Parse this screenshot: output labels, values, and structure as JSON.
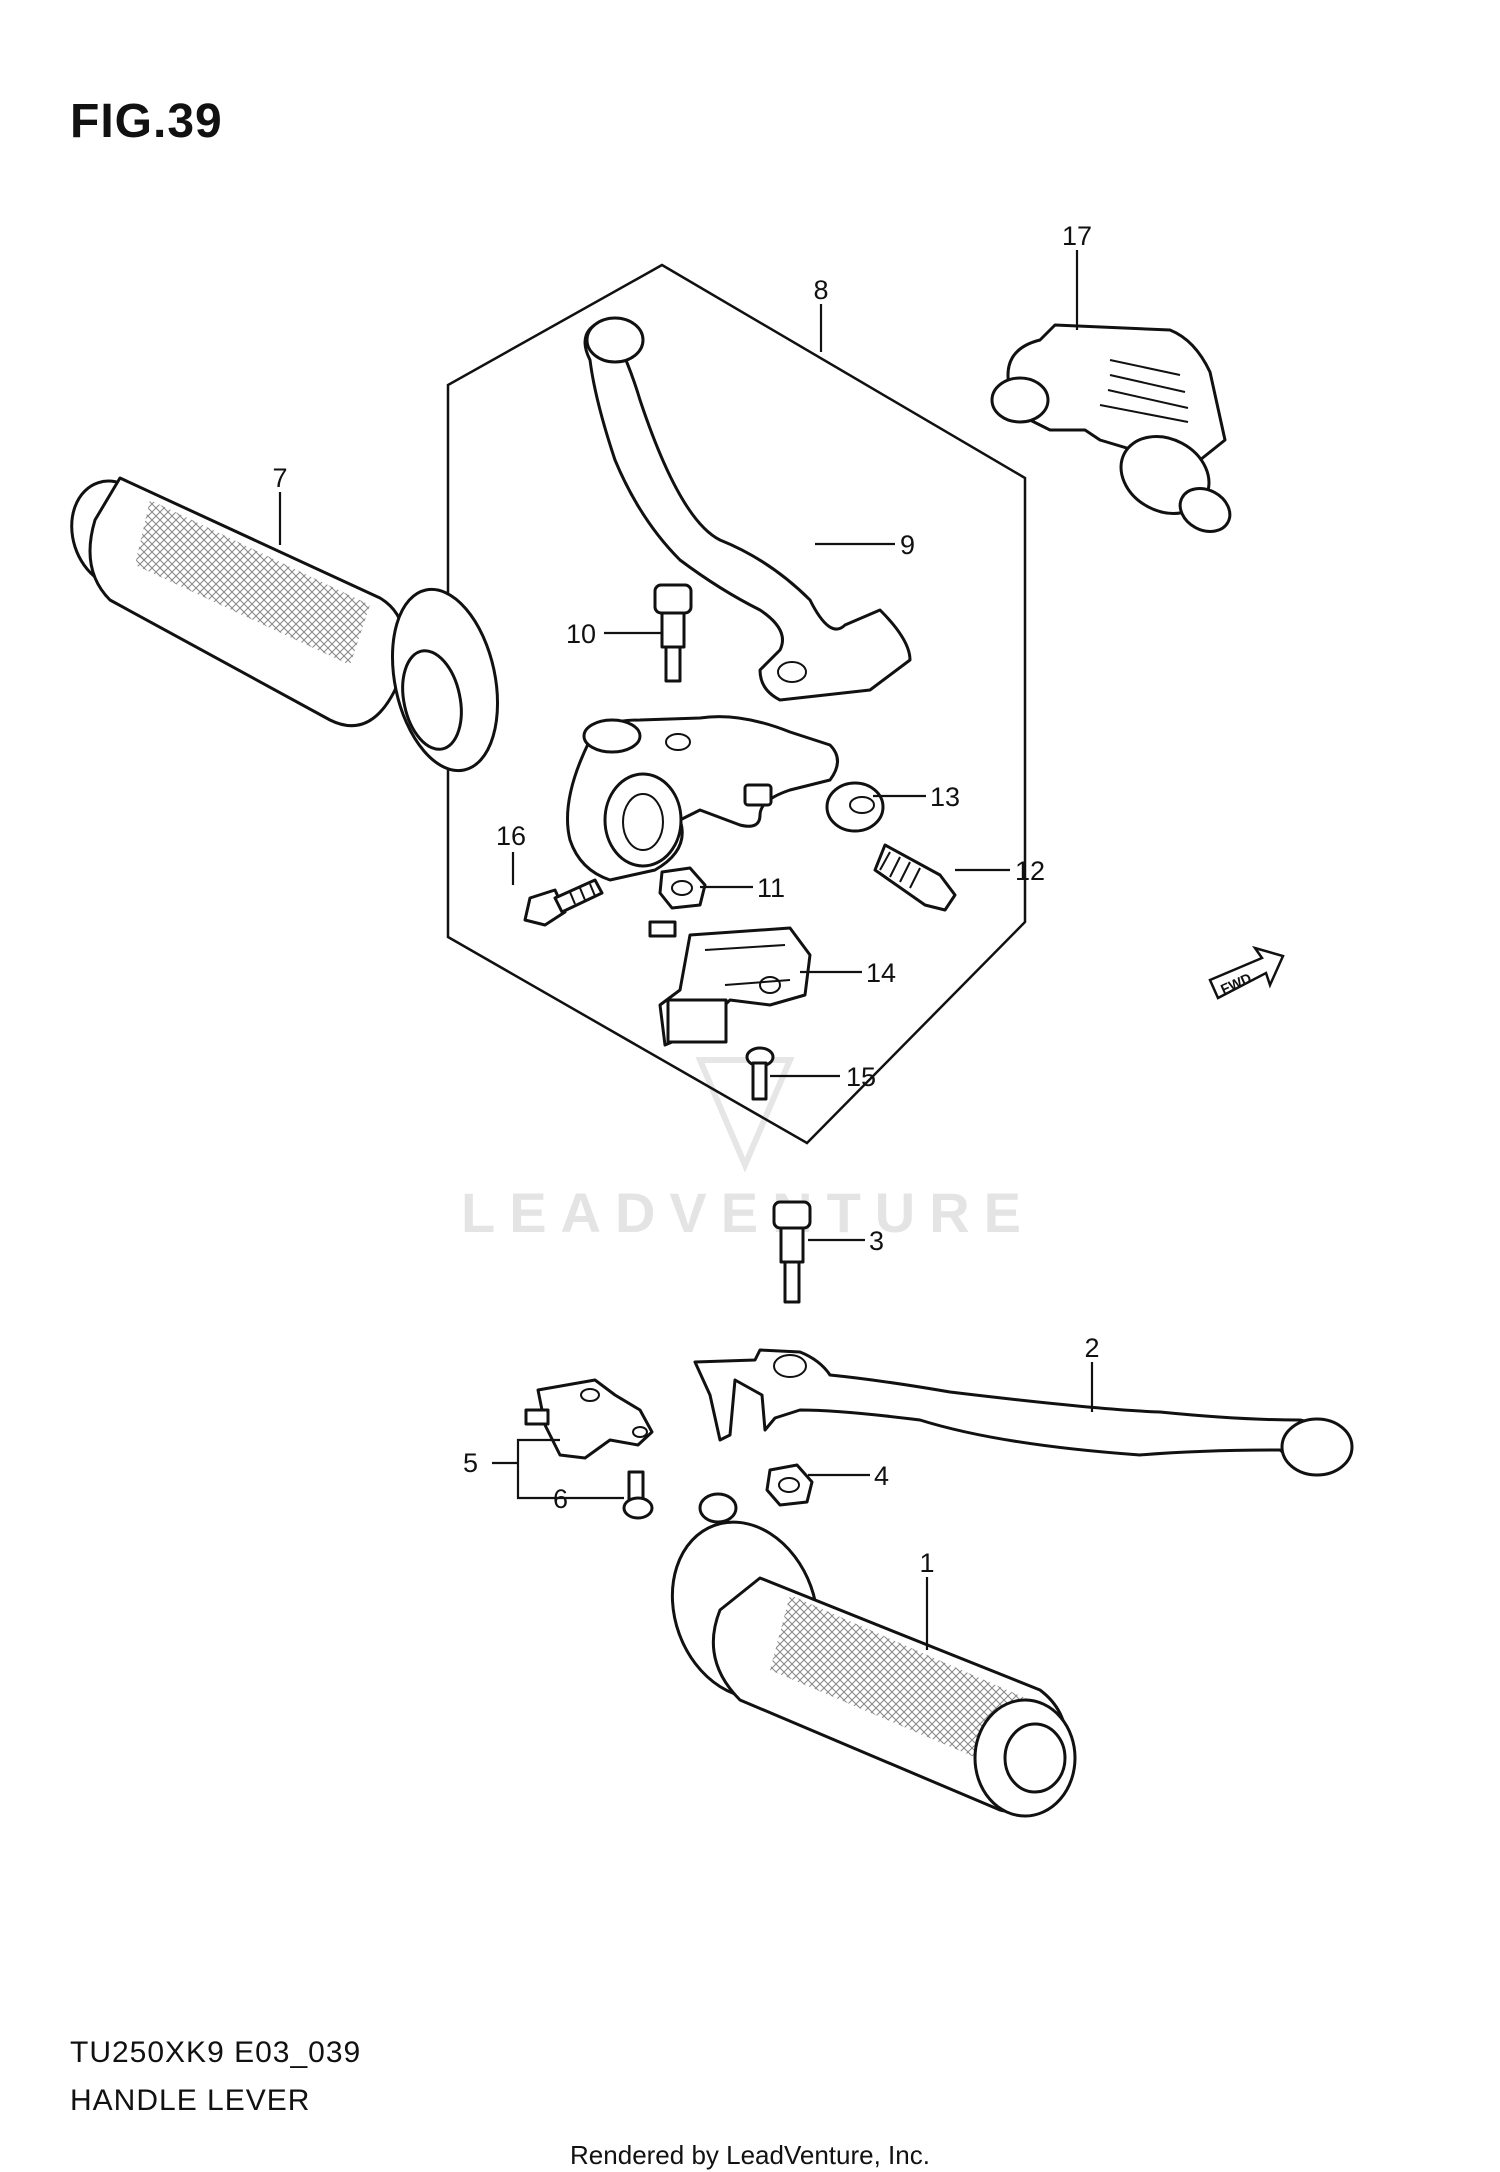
{
  "figure": {
    "title": "FIG.39",
    "model_code": "TU250XK9 E03_039",
    "caption": "HANDLE LEVER",
    "credit": "Rendered by LeadVenture, Inc.",
    "watermark": "LEADVENTURE",
    "fwd_label": "FWD"
  },
  "callouts": [
    "1",
    "2",
    "3",
    "4",
    "5",
    "6",
    "7",
    "8",
    "9",
    "10",
    "11",
    "12",
    "13",
    "14",
    "15",
    "16",
    "17"
  ]
}
